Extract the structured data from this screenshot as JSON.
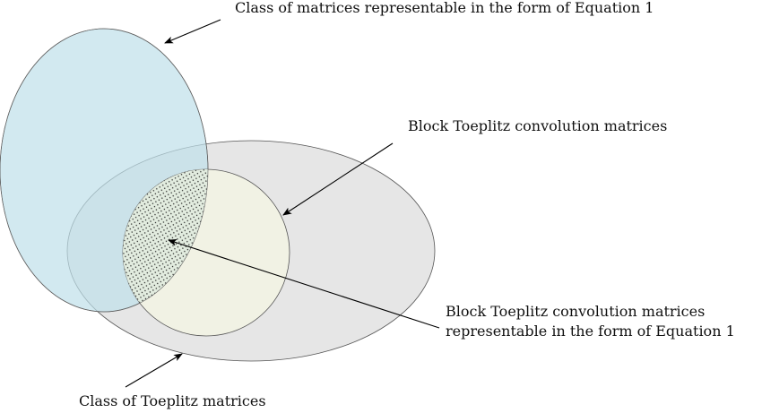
{
  "labels": {
    "equation_class": "Class of matrices representable in the form of Equation 1",
    "block_toeplitz": "Block Toeplitz convolution matrices",
    "intersection_line1": "Block Toeplitz convolution matrices",
    "intersection_line2": "representable in the form of Equation 1",
    "toeplitz_class": "Class of Toeplitz matrices"
  },
  "colors": {
    "equation_class_fill": "#cfe6ee",
    "toeplitz_fill": "#e6e6e6",
    "block_toeplitz_fill": "#f1f2e4",
    "intersection_fill": "#e2ecdf"
  }
}
